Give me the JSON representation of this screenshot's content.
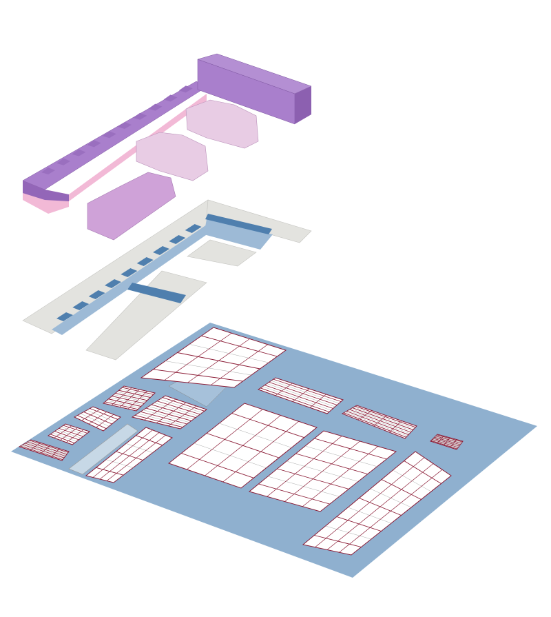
{
  "diagram": {
    "type": "exploded-axonometric",
    "layers": [
      "massing",
      "ground-floor-slab",
      "site-floor-plan"
    ],
    "colors": {
      "massing_dark": "#a97fcc",
      "massing_dark_side": "#9366b8",
      "massing_medium": "#cfa2d8",
      "massing_light": "#e8cce4",
      "massing_pink": "#f2b9d6",
      "slab_gray": "#e3e3df",
      "slab_blue_dark": "#4f7fae",
      "slab_blue_light": "#9dbad6",
      "site_blue": "#8fb0cf",
      "plan_white": "#ffffff",
      "plan_lines": "#8a1a34",
      "plan_grid": "#999999"
    }
  }
}
